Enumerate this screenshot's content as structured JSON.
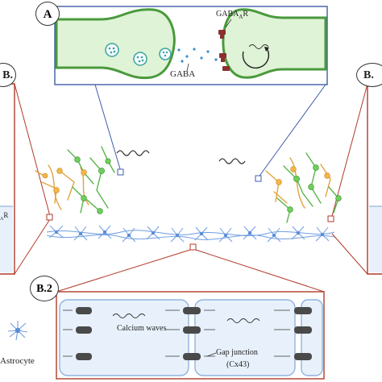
{
  "panels": {
    "a": {
      "badge": "A",
      "gaba_label": "GABA",
      "receptor_label": "GABA",
      "receptor_sub": "A",
      "receptor_suffix": "R"
    },
    "b1": {
      "badge": "B.",
      "receptor_fragment": "A",
      "receptor_fragment_suffix": "R"
    },
    "b2": {
      "badge": "B.2",
      "calcium_label": "Calcium waves",
      "gap_label": "Gap junction",
      "gap_sub": "(Cx43)"
    },
    "b3": {
      "badge": "B."
    }
  },
  "legend": {
    "astrocyte_label": "Astrocyte"
  },
  "colors": {
    "neuron_fill": "#dff3d6",
    "neuron_stroke": "#4a9a3c",
    "frame_blue": "#3f5da8",
    "frame_red": "#b23a2a",
    "astro_blue": "#5b8ed8",
    "panel_fill": "#e8f1fb",
    "receptor": "#8b2f2f"
  }
}
